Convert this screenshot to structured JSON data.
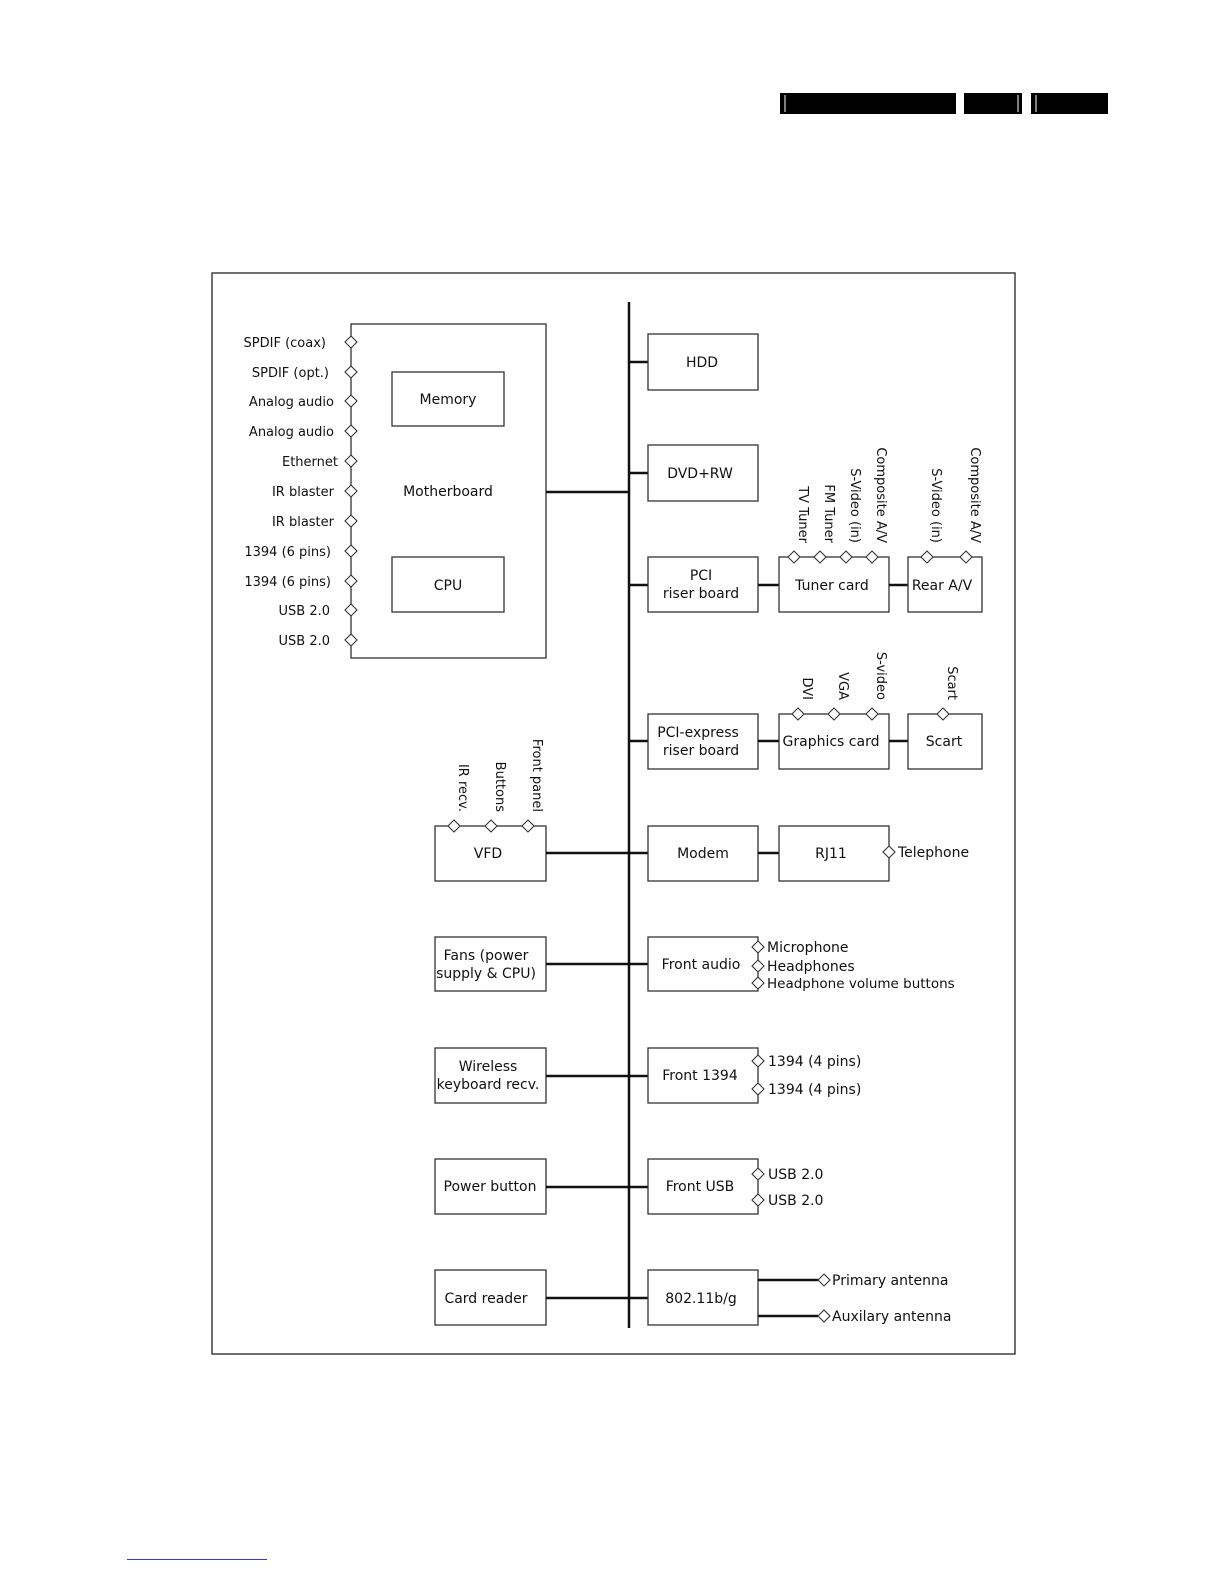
{
  "diagram": {
    "bus_hub": "Motherboard",
    "components": {
      "motherboard": "Motherboard",
      "memory": "Memory",
      "cpu": "CPU",
      "hdd": "HDD",
      "dvd": "DVD+RW",
      "pci_riser": [
        "PCI",
        "riser board"
      ],
      "tuner_card": "Tuner card",
      "rear_av": "Rear A/V",
      "pcie_riser": [
        "PCI-express",
        "riser board"
      ],
      "graphics_card": "Graphics card",
      "scart": "Scart",
      "vfd": "VFD",
      "modem": "Modem",
      "rj11": "RJ11",
      "fans": [
        "Fans (power",
        "supply & CPU)"
      ],
      "front_audio": "Front audio",
      "wireless_recv": [
        "Wireless",
        "keyboard recv."
      ],
      "front_1394": "Front 1394",
      "power_button": "Power button",
      "front_usb": "Front USB",
      "card_reader": "Card reader",
      "wifi": "802.11b/g"
    },
    "ports": {
      "motherboard": [
        "SPDIF (coax)",
        "SPDIF (opt.)",
        "Analog audio",
        "Analog audio",
        "Ethernet",
        "IR blaster",
        "IR blaster",
        "1394 (6 pins)",
        "1394 (6 pins)",
        "USB 2.0",
        "USB 2.0"
      ],
      "tuner_card": [
        "TV Tuner",
        "FM Tuner",
        "S-Video (in)",
        "Composite A/V"
      ],
      "rear_av": [
        "S-Video (in)",
        "Composite A/V"
      ],
      "graphics_card": [
        "DVI",
        "VGA",
        "S-video"
      ],
      "scart": [
        "Scart"
      ],
      "vfd": [
        "IR recv.",
        "Buttons",
        "Front panel"
      ],
      "rj11": [
        "Telephone"
      ],
      "front_audio": [
        "Microphone",
        "Headphones",
        "Headphone volume buttons"
      ],
      "front_1394": [
        "1394 (4 pins)",
        "1394 (4 pins)"
      ],
      "front_usb": [
        "USB 2.0",
        "USB 2.0"
      ],
      "wifi": [
        "Primary antenna",
        "Auxilary antenna"
      ]
    }
  }
}
